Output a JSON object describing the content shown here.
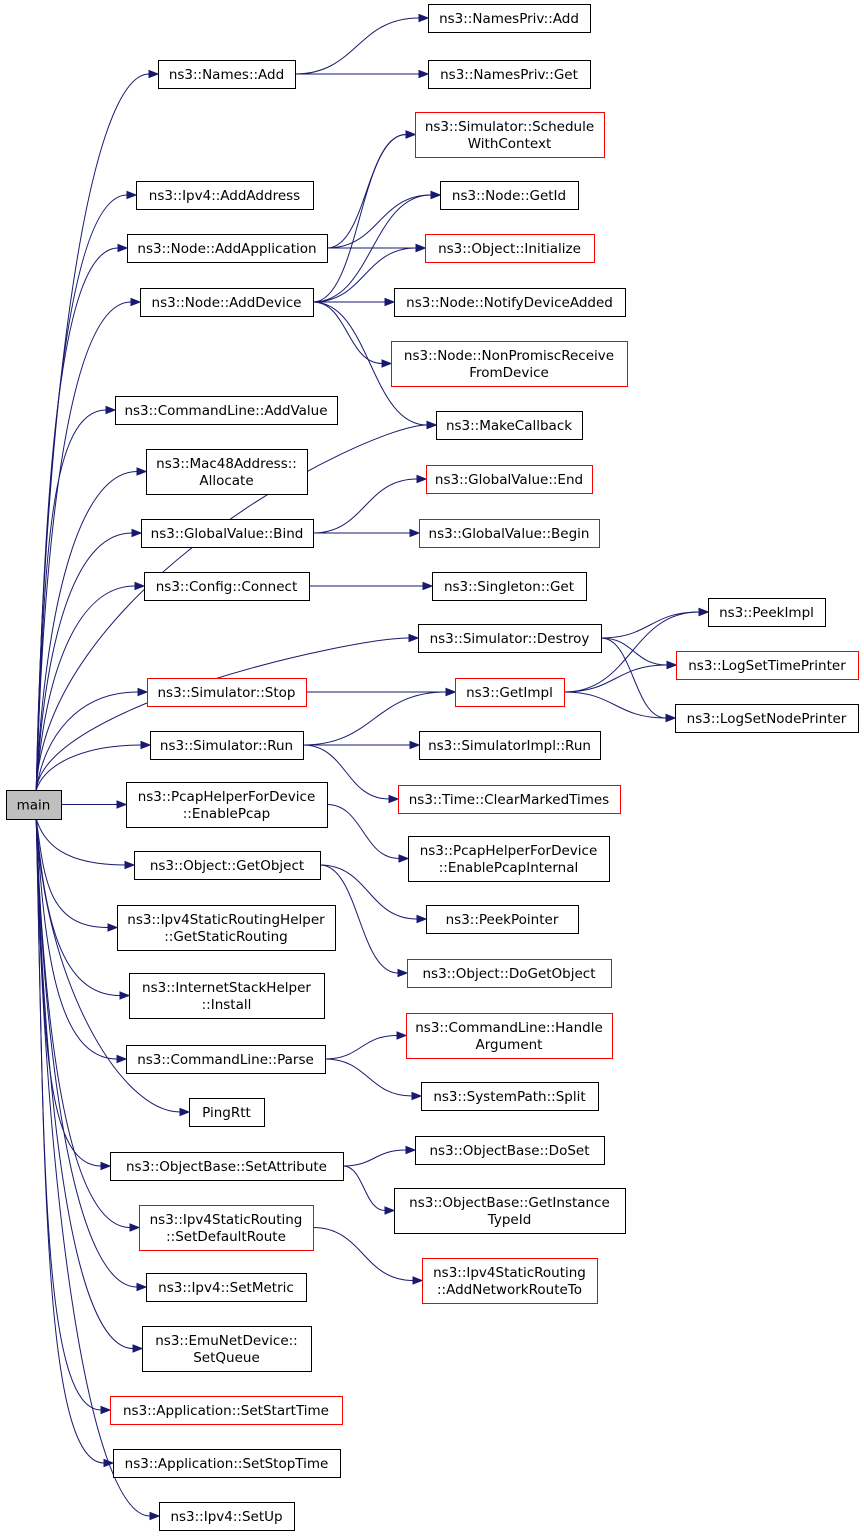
{
  "colors": {
    "edge": "#191970",
    "box_border": "#000000",
    "box_border_red": "#ff0000",
    "root_fill": "#bfbfbf"
  },
  "nodes": [
    {
      "id": "main",
      "lines": [
        "main"
      ],
      "red": false,
      "root": true
    },
    {
      "id": "names_add",
      "lines": [
        "ns3::Names::Add"
      ],
      "red": false
    },
    {
      "id": "namespriv_add",
      "lines": [
        "ns3::NamesPriv::Add"
      ],
      "red": false
    },
    {
      "id": "namespriv_get",
      "lines": [
        "ns3::NamesPriv::Get"
      ],
      "red": false
    },
    {
      "id": "sim_schedule",
      "lines": [
        "ns3::Simulator::Schedule",
        "WithContext"
      ],
      "red": true
    },
    {
      "id": "ipv4_addaddress",
      "lines": [
        "ns3::Ipv4::AddAddress"
      ],
      "red": false
    },
    {
      "id": "node_getid",
      "lines": [
        "ns3::Node::GetId"
      ],
      "red": false
    },
    {
      "id": "node_addapp",
      "lines": [
        "ns3::Node::AddApplication"
      ],
      "red": false
    },
    {
      "id": "object_init",
      "lines": [
        "ns3::Object::Initialize"
      ],
      "red": true
    },
    {
      "id": "node_adddevice",
      "lines": [
        "ns3::Node::AddDevice"
      ],
      "red": false
    },
    {
      "id": "node_notify",
      "lines": [
        "ns3::Node::NotifyDeviceAdded"
      ],
      "red": false
    },
    {
      "id": "node_nonpromisc",
      "lines": [
        "ns3::Node::NonPromiscReceive",
        "FromDevice"
      ],
      "red": true
    },
    {
      "id": "cmd_addvalue",
      "lines": [
        "ns3::CommandLine::AddValue"
      ],
      "red": false
    },
    {
      "id": "makecallback",
      "lines": [
        "ns3::MakeCallback"
      ],
      "red": false
    },
    {
      "id": "mac48_alloc",
      "lines": [
        "ns3::Mac48Address::",
        "Allocate"
      ],
      "red": false
    },
    {
      "id": "gv_end",
      "lines": [
        "ns3::GlobalValue::End"
      ],
      "red": true
    },
    {
      "id": "gv_bind",
      "lines": [
        "ns3::GlobalValue::Bind"
      ],
      "red": false
    },
    {
      "id": "gv_begin",
      "lines": [
        "ns3::GlobalValue::Begin"
      ],
      "red": true
    },
    {
      "id": "config_connect",
      "lines": [
        "ns3::Config::Connect"
      ],
      "red": false
    },
    {
      "id": "singleton_get",
      "lines": [
        "ns3::Singleton::Get"
      ],
      "red": false
    },
    {
      "id": "peekimpl",
      "lines": [
        "ns3::PeekImpl"
      ],
      "red": false
    },
    {
      "id": "sim_destroy",
      "lines": [
        "ns3::Simulator::Destroy"
      ],
      "red": false
    },
    {
      "id": "logsettime",
      "lines": [
        "ns3::LogSetTimePrinter"
      ],
      "red": true
    },
    {
      "id": "sim_stop",
      "lines": [
        "ns3::Simulator::Stop"
      ],
      "red": true
    },
    {
      "id": "getimpl",
      "lines": [
        "ns3::GetImpl"
      ],
      "red": true
    },
    {
      "id": "logsetnode",
      "lines": [
        "ns3::LogSetNodePrinter"
      ],
      "red": false
    },
    {
      "id": "sim_run",
      "lines": [
        "ns3::Simulator::Run"
      ],
      "red": false
    },
    {
      "id": "simimpl_run",
      "lines": [
        "ns3::SimulatorImpl::Run"
      ],
      "red": false
    },
    {
      "id": "time_clear",
      "lines": [
        "ns3::Time::ClearMarkedTimes"
      ],
      "red": true
    },
    {
      "id": "pcap_enable",
      "lines": [
        "ns3::PcapHelperForDevice",
        "::EnablePcap"
      ],
      "red": false
    },
    {
      "id": "pcap_internal",
      "lines": [
        "ns3::PcapHelperForDevice",
        "::EnablePcapInternal"
      ],
      "red": false
    },
    {
      "id": "obj_getobject",
      "lines": [
        "ns3::Object::GetObject"
      ],
      "red": false
    },
    {
      "id": "peekpointer",
      "lines": [
        "ns3::PeekPointer"
      ],
      "red": false
    },
    {
      "id": "ipv4srh_get",
      "lines": [
        "ns3::Ipv4StaticRoutingHelper",
        "::GetStaticRouting"
      ],
      "red": false
    },
    {
      "id": "obj_dogetobject",
      "lines": [
        "ns3::Object::DoGetObject"
      ],
      "red": true
    },
    {
      "id": "ish_install",
      "lines": [
        "ns3::InternetStackHelper",
        "::Install"
      ],
      "red": false
    },
    {
      "id": "cmd_handle",
      "lines": [
        "ns3::CommandLine::Handle",
        "Argument"
      ],
      "red": true
    },
    {
      "id": "cmd_parse",
      "lines": [
        "ns3::CommandLine::Parse"
      ],
      "red": false
    },
    {
      "id": "syspath_split",
      "lines": [
        "ns3::SystemPath::Split"
      ],
      "red": false
    },
    {
      "id": "pingrtt",
      "lines": [
        "PingRtt"
      ],
      "red": false
    },
    {
      "id": "ob_doset",
      "lines": [
        "ns3::ObjectBase::DoSet"
      ],
      "red": false
    },
    {
      "id": "ob_setattr",
      "lines": [
        "ns3::ObjectBase::SetAttribute"
      ],
      "red": false
    },
    {
      "id": "ob_getinst",
      "lines": [
        "ns3::ObjectBase::GetInstance",
        "TypeId"
      ],
      "red": false
    },
    {
      "id": "ipv4sr_default",
      "lines": [
        "ns3::Ipv4StaticRouting",
        "::SetDefaultRoute"
      ],
      "red": true
    },
    {
      "id": "ipv4sr_addnet",
      "lines": [
        "ns3::Ipv4StaticRouting",
        "::AddNetworkRouteTo"
      ],
      "red": true
    },
    {
      "id": "ipv4_setmetric",
      "lines": [
        "ns3::Ipv4::SetMetric"
      ],
      "red": false
    },
    {
      "id": "emu_setqueue",
      "lines": [
        "ns3::EmuNetDevice::",
        "SetQueue"
      ],
      "red": false
    },
    {
      "id": "app_start",
      "lines": [
        "ns3::Application::SetStartTime"
      ],
      "red": true
    },
    {
      "id": "app_stop",
      "lines": [
        "ns3::Application::SetStopTime"
      ],
      "red": false
    },
    {
      "id": "ipv4_setup",
      "lines": [
        "ns3::Ipv4::SetUp"
      ],
      "red": false
    }
  ],
  "edges": [
    [
      "main",
      "names_add"
    ],
    [
      "main",
      "ipv4_addaddress"
    ],
    [
      "main",
      "node_addapp"
    ],
    [
      "main",
      "node_adddevice"
    ],
    [
      "main",
      "makecallback"
    ],
    [
      "main",
      "cmd_addvalue"
    ],
    [
      "main",
      "mac48_alloc"
    ],
    [
      "main",
      "gv_bind"
    ],
    [
      "main",
      "config_connect"
    ],
    [
      "main",
      "sim_destroy"
    ],
    [
      "main",
      "sim_stop"
    ],
    [
      "main",
      "sim_run"
    ],
    [
      "main",
      "pcap_enable"
    ],
    [
      "main",
      "obj_getobject"
    ],
    [
      "main",
      "ipv4srh_get"
    ],
    [
      "main",
      "ish_install"
    ],
    [
      "main",
      "cmd_parse"
    ],
    [
      "main",
      "pingrtt"
    ],
    [
      "main",
      "ob_setattr"
    ],
    [
      "main",
      "ipv4sr_default"
    ],
    [
      "main",
      "ipv4_setmetric"
    ],
    [
      "main",
      "emu_setqueue"
    ],
    [
      "main",
      "app_start"
    ],
    [
      "main",
      "app_stop"
    ],
    [
      "main",
      "ipv4_setup"
    ],
    [
      "names_add",
      "namespriv_add"
    ],
    [
      "names_add",
      "namespriv_get"
    ],
    [
      "node_addapp",
      "sim_schedule"
    ],
    [
      "node_addapp",
      "node_getid"
    ],
    [
      "node_addapp",
      "object_init"
    ],
    [
      "node_adddevice",
      "sim_schedule"
    ],
    [
      "node_adddevice",
      "node_getid"
    ],
    [
      "node_adddevice",
      "object_init"
    ],
    [
      "node_adddevice",
      "node_notify"
    ],
    [
      "node_adddevice",
      "node_nonpromisc"
    ],
    [
      "node_adddevice",
      "makecallback"
    ],
    [
      "gv_bind",
      "gv_end"
    ],
    [
      "gv_bind",
      "gv_begin"
    ],
    [
      "config_connect",
      "singleton_get"
    ],
    [
      "sim_destroy",
      "peekimpl"
    ],
    [
      "sim_destroy",
      "logsettime"
    ],
    [
      "sim_destroy",
      "logsetnode"
    ],
    [
      "sim_stop",
      "getimpl"
    ],
    [
      "getimpl",
      "peekimpl"
    ],
    [
      "getimpl",
      "logsettime"
    ],
    [
      "getimpl",
      "logsetnode"
    ],
    [
      "sim_run",
      "getimpl"
    ],
    [
      "sim_run",
      "simimpl_run"
    ],
    [
      "sim_run",
      "time_clear"
    ],
    [
      "pcap_enable",
      "pcap_internal"
    ],
    [
      "obj_getobject",
      "peekpointer"
    ],
    [
      "obj_getobject",
      "obj_dogetobject"
    ],
    [
      "cmd_parse",
      "cmd_handle"
    ],
    [
      "cmd_parse",
      "syspath_split"
    ],
    [
      "ob_setattr",
      "ob_doset"
    ],
    [
      "ob_setattr",
      "ob_getinst"
    ],
    [
      "ipv4sr_default",
      "ipv4sr_addnet"
    ]
  ]
}
